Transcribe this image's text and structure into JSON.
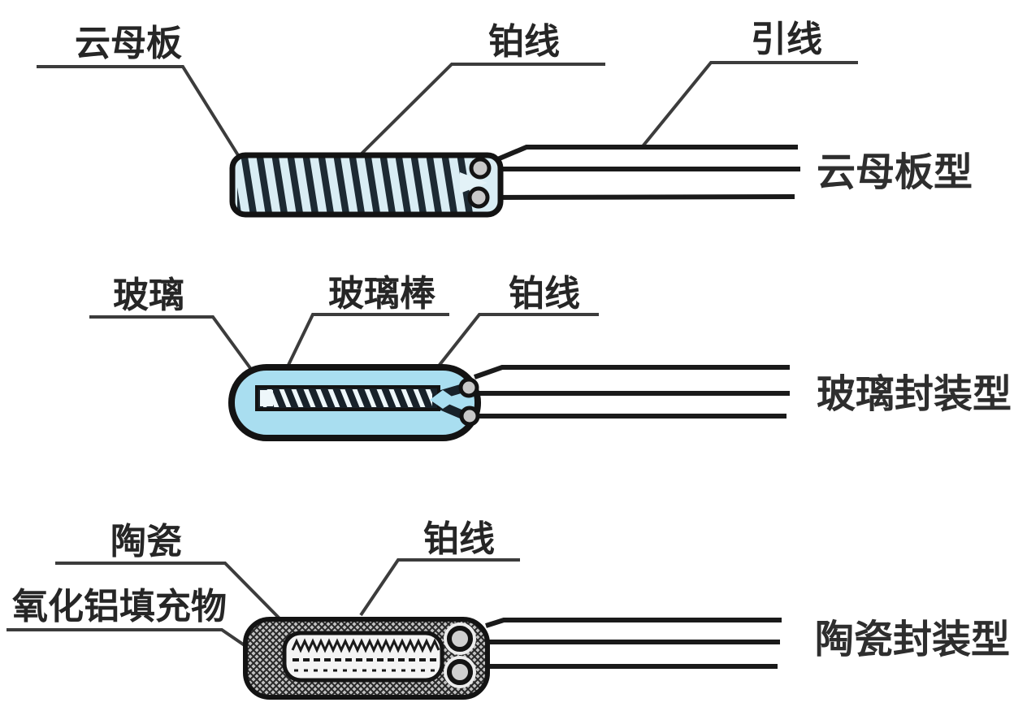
{
  "colors": {
    "ink": "#1a1a1a",
    "leader": "#3c3c3c",
    "mica_fill": "#d9edf4",
    "glass_fill": "#a9def0",
    "stripe_dark": "#1d2a33",
    "ceramic_base": "#c2c2c2",
    "circle_fill": "#c9c9c9"
  },
  "rows": [
    {
      "labels": {
        "l1": "云母板",
        "l2": "铂线",
        "l3": "引线"
      },
      "type_label": "云母板型"
    },
    {
      "labels": {
        "l1": "玻璃",
        "l2": "玻璃棒",
        "l3": "铂线"
      },
      "type_label": "玻璃封装型"
    },
    {
      "labels": {
        "l1": "陶瓷",
        "l2": "氧化铝填充物",
        "l3": "铂线"
      },
      "type_label": "陶瓷封装型"
    }
  ]
}
